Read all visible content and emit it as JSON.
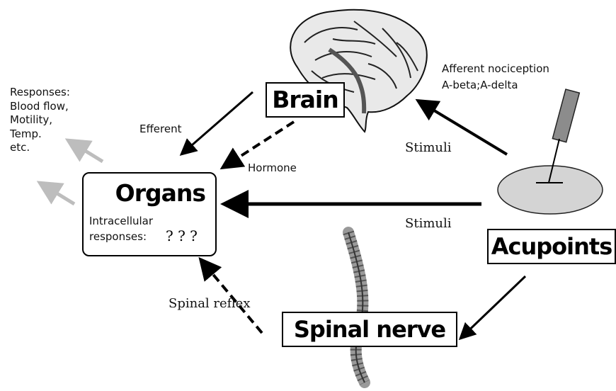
{
  "nodes": {
    "brain": "Brain",
    "organs": "Organs",
    "acupoints": "Acupoints",
    "spinal_nerve": "Spinal nerve"
  },
  "organs_detail": {
    "line1": "Intracellular",
    "line2": "responses:",
    "unknown": "? ? ?"
  },
  "responses": [
    "Responses:",
    "Blood flow,",
    "Motility,",
    "Temp.",
    "etc."
  ],
  "labels": {
    "efferent": "Efferent",
    "hormone": "Hormone",
    "stimuli_upper": "Stimuli",
    "stimuli_lower": "Stimuli",
    "spinal_reflex": "Spinal reflex",
    "afferent_line1": "Afferent nociception",
    "afferent_line2": "A-beta;A-delta"
  },
  "colors": {
    "arrow": "#000000",
    "response_arrow": "#bdbdbd",
    "acupoint_disc": "#d4d4d4",
    "needle": "#8c8c8c"
  }
}
